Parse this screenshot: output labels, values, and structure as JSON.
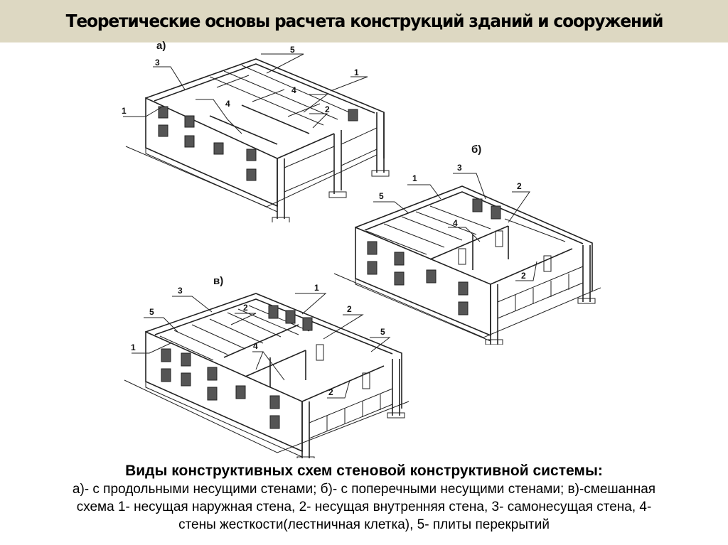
{
  "header": {
    "title": "Теоретические основы расчета конструкций зданий и сооружений",
    "background": "#ddd8c2"
  },
  "figures": [
    {
      "id": "a",
      "label": "а)",
      "callouts": [
        "1",
        "3",
        "5",
        "1",
        "4",
        "4",
        "2"
      ]
    },
    {
      "id": "b",
      "label": "б)",
      "callouts": [
        "1",
        "5",
        "3",
        "2",
        "4",
        "2"
      ]
    },
    {
      "id": "v",
      "label": "в)",
      "callouts": [
        "3",
        "1",
        "5",
        "2",
        "2",
        "1",
        "4",
        "5",
        "2"
      ]
    }
  ],
  "caption": {
    "title": "Виды конструктивных схем стеновой конструктивной системы:",
    "line1": "а)- с продольными несущими стенами; б)- с поперечными несущими стенами; в)-смешанная",
    "line2": "схема 1- несущая наружная стена, 2- несущая внутренняя стена, 3- самонесущая стена, 4-",
    "line3": "стены жесткости(лестничная клетка), 5- плиты перекрытий"
  },
  "legend": [
    {
      "num": "1",
      "text": "несущая наружная стена"
    },
    {
      "num": "2",
      "text": "несущая внутренняя стена"
    },
    {
      "num": "3",
      "text": "самонесущая стена"
    },
    {
      "num": "4",
      "text": "стены жесткости(лестничная клетка)"
    },
    {
      "num": "5",
      "text": "плиты перекрытий"
    }
  ]
}
